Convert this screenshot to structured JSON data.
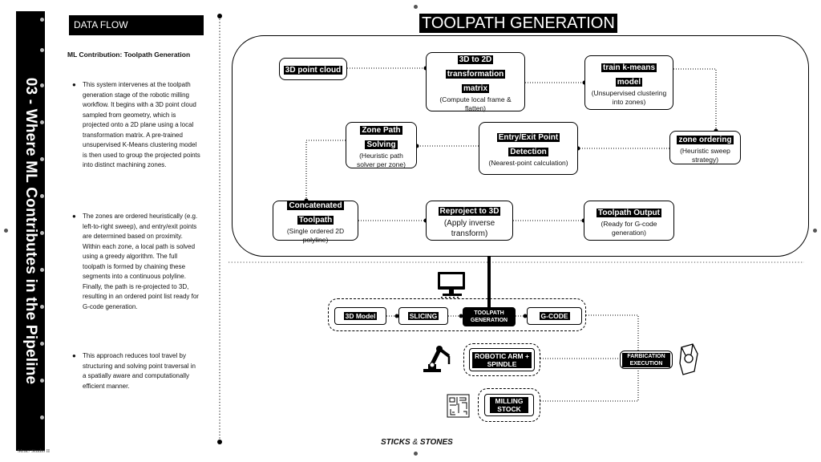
{
  "sidebar": {
    "title": "03 - Where ML Contributes in the Pipeline"
  },
  "section_tag": "DATA FLOW",
  "subtitle": "ML Contribution: Toolpath Generation",
  "bullet_symbol": "●",
  "bullets": [
    "This system intervenes at the toolpath generation stage of the robotic milling workflow. It begins with a 3D point cloud sampled from geometry, which is projected onto a 2D plane using a local transformation matrix. A pre-trained unsupervised K-Means clustering model is then used to group the projected points into distinct machining zones.",
    "The zones are ordered heuristically (e.g. left-to-right sweep), and entry/exit points are determined based on proximity. Within each zone, a local path is solved using a greedy algorithm. The full toolpath is formed by chaining these segments into a continuous polyline. Finally, the path is re-projected to 3D, resulting in an ordered point list ready for G-code generation.",
    "This approach reduces tool travel by structuring and solving point traversal in a spatially aware and computationally efficient manner."
  ],
  "main_title": "TOOLPATH GENERATION",
  "nodes": {
    "point_cloud": {
      "title": "3D point cloud"
    },
    "transform": {
      "title": "3D to 2D transformation matrix",
      "sub": "(Compute local frame & flatten)"
    },
    "kmeans": {
      "title": "train k-means model",
      "sub": "(Unsupervised clustering into zones)"
    },
    "zone_path": {
      "title": "Zone Path Solving",
      "sub": "(Heuristic path solver per zone)"
    },
    "entry_exit": {
      "title": "Entry/Exit Point Detection",
      "sub": "(Nearest-point calculation)"
    },
    "zone_order": {
      "title": "zone ordering",
      "sub": "(Heuristic sweep strategy)"
    },
    "concat": {
      "title": "Concatenated Toolpath",
      "sub": "(Single ordered 2D polyline)"
    },
    "reproject": {
      "title": "Reproject to 3D",
      "sub": "(Apply inverse transform)"
    },
    "output": {
      "title": "Toolpath Output",
      "sub": "(Ready for G-code generation)"
    }
  },
  "pipeline": {
    "model": "3D Model",
    "slicing": "SLICING",
    "toolpath": "TOOLPATH GENERATION",
    "gcode": "G-CODE",
    "robot": "ROBOTIC ARM + SPINDLE",
    "fabrication": "FARBICATION EXECUTION",
    "stock": "MILLING STOCK"
  },
  "icons": [
    "computer-icon",
    "robotic-arm-icon",
    "milling-stock-icon",
    "fabricated-part-icon"
  ],
  "footer": {
    "left": "Mrac/ Studio II",
    "brand_1": "STICKS",
    "brand_amp": " & ",
    "brand_2": "STONES"
  }
}
